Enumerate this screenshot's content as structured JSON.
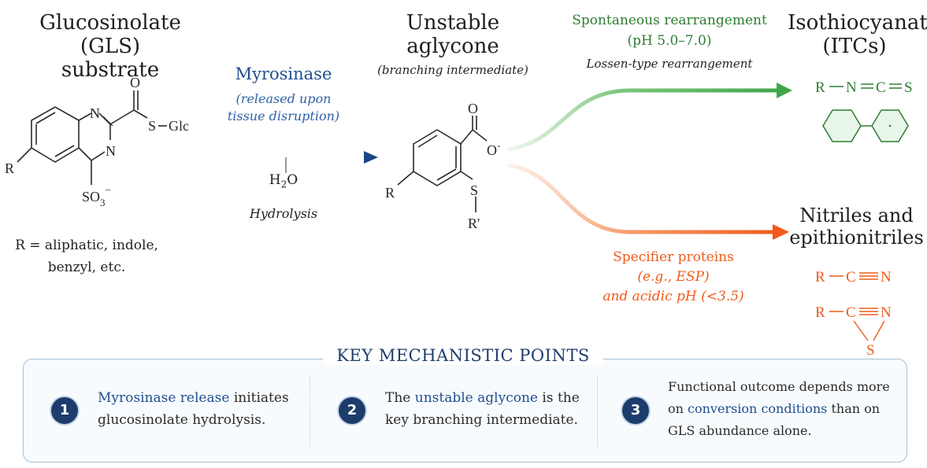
{
  "gls": {
    "title_line1": "Glucosinolate (GLS)",
    "title_line2": "substrate",
    "r_note_line1": "R = aliphatic, indole,",
    "r_note_line2": "benzyl, etc.",
    "struct": {
      "O": "O",
      "N1": "N",
      "N2": "N",
      "S": "S",
      "glc": "Glc",
      "R": "R",
      "so3": "SO",
      "so3_sub": "3",
      "so3_sup": "−"
    }
  },
  "hydrolysis": {
    "enzyme": "Myrosinase",
    "note_line1": "(released upon",
    "note_line2": "tissue disruption)",
    "water": "H",
    "water_sub": "2",
    "water_o": "O",
    "label": "Hydrolysis"
  },
  "aglycone": {
    "title_line1": "Unstable",
    "title_line2": "aglycone",
    "subtitle": "(branching intermediate)",
    "struct": {
      "O1": "O",
      "O2": "O",
      "O2_sup": "-",
      "S": "S",
      "R": "R",
      "Rp": "R'"
    }
  },
  "itc_branch": {
    "label_line1": "Spontaneous rearrangement",
    "label_line2": "(pH 5.0–7.0)",
    "note": "Lossen-type rearrangement",
    "product_line1": "Isothiocyanates",
    "product_line2": "(ITCs)",
    "formula": [
      "R",
      "N",
      "C",
      "S"
    ]
  },
  "nitrile_branch": {
    "label_line1": "Specifier proteins",
    "label_line2": "(e.g., ESP)",
    "label_line3": "and acidic pH (<3.5)",
    "product_line1": "Nitriles and",
    "product_line2": "epithionitriles",
    "nitrile": [
      "R",
      "C",
      "N"
    ],
    "epithio": [
      "R",
      "C",
      "N",
      "S"
    ]
  },
  "key_points": {
    "title": "KEY MECHANISTIC POINTS",
    "items": [
      {
        "num": "1",
        "hl": "Myrosinase release",
        "after": " initiates",
        "line2": "glucosinolate hydrolysis."
      },
      {
        "num": "2",
        "before": "The ",
        "hl": "unstable aglycone",
        "after": " is the",
        "line2": "key branching intermediate."
      },
      {
        "num": "3",
        "line1": "Functional outcome depends more",
        "before": "on ",
        "hl": "conversion conditions",
        "after": " than on",
        "line3": "GLS abundance alone."
      }
    ]
  },
  "colors": {
    "blue": "#1f4e8f",
    "green": "#2e7d32",
    "orange": "#f25a1a",
    "navy": "#1c3d6b"
  }
}
